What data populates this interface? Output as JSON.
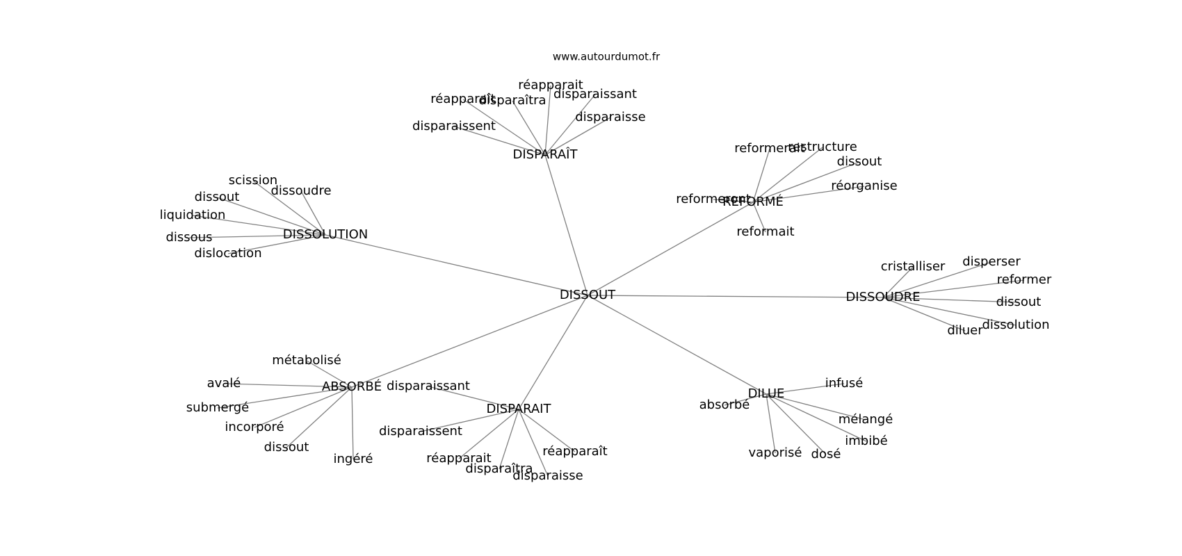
{
  "source": "www.autourdumot.fr",
  "center": "DISSOUT",
  "groups": [
    {
      "word": "DISPARAÎT",
      "leaves": [
        "réapparaît",
        "disparaîtra",
        "réapparait",
        "disparaissant",
        "disparaisse",
        "disparaissent"
      ]
    },
    {
      "word": "REFORMÉ",
      "leaves": [
        "reformerait",
        "restructure",
        "dissout",
        "réorganise",
        "reformeront",
        "reformait"
      ]
    },
    {
      "word": "DISSOLUTION",
      "leaves": [
        "scission",
        "dissoudre",
        "dissout",
        "liquidation",
        "dissous",
        "dislocation"
      ]
    },
    {
      "word": "DISSOUDRE",
      "leaves": [
        "cristalliser",
        "disperser",
        "reformer",
        "dissout",
        "dissolution",
        "diluer"
      ]
    },
    {
      "word": "ABSORBÉ",
      "leaves": [
        "métabolisé",
        "avalé",
        "submergé",
        "incorporé",
        "dissout",
        "ingéré"
      ]
    },
    {
      "word": "DISPARAIT",
      "leaves": [
        "disparaissant",
        "disparaissent",
        "réapparait",
        "disparaîtra",
        "disparaisse",
        "réapparaît"
      ]
    },
    {
      "word": "DILUE",
      "leaves": [
        "infusé",
        "absorbé",
        "mélangé",
        "imbibé",
        "vaporisé",
        "dosé"
      ]
    }
  ]
}
